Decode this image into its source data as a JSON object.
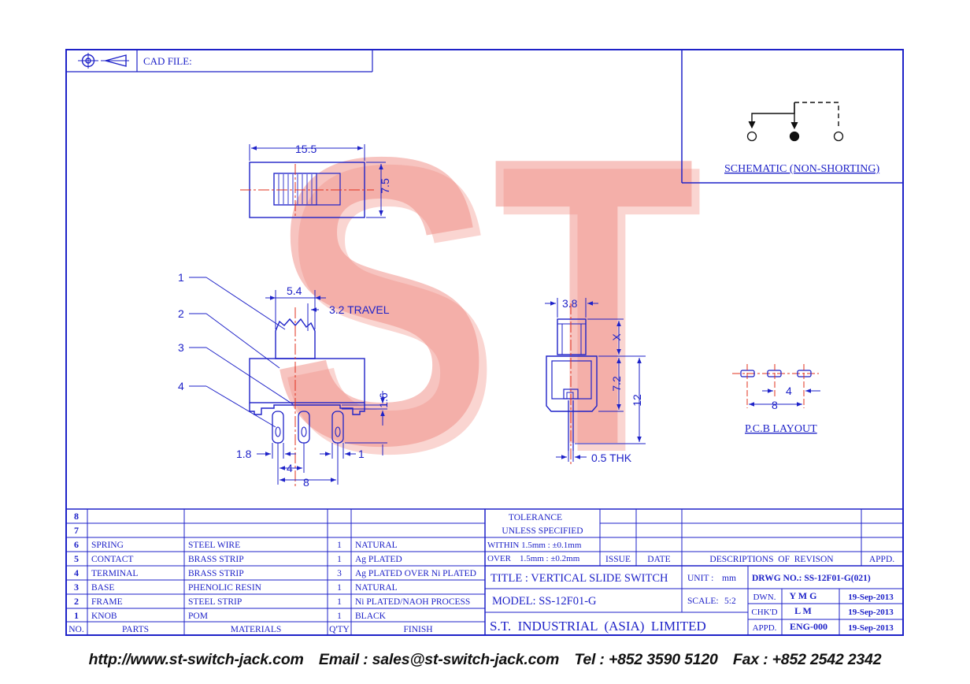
{
  "header": {
    "cad_file_label": "CAD FILE:"
  },
  "watermark": {
    "text": "ST",
    "color": "#f08a82"
  },
  "colors": {
    "line": "#1e22c8",
    "centerline": "#e0301e",
    "background": "#ffffff"
  },
  "icons": [
    "projection-symbol-icon"
  ],
  "schematic": {
    "caption": "SCHEMATIC (NON-SHORTING)"
  },
  "pcb": {
    "caption": "P.C.B LAYOUT",
    "dim_pitch": "4",
    "dim_span": "8"
  },
  "dims": {
    "top_width": "15.5",
    "top_height": "7.5",
    "knob": "5.4",
    "travel": "3.2 TRAVEL",
    "base_gap": "1.6",
    "pin_width": "1.8",
    "pin_gap": "1",
    "pitch": "4",
    "span": "8",
    "side_width": "3.8",
    "side_x": "X",
    "side_72": "7.2",
    "side_12": "12",
    "thk": "0.5 THK"
  },
  "callouts": [
    "1",
    "2",
    "3",
    "4"
  ],
  "bom": {
    "empty_rows": [
      "8",
      "7"
    ],
    "rows": [
      {
        "no": "6",
        "part": "SPRING",
        "material": "STEEL WIRE",
        "qty": "1",
        "finish": "NATURAL"
      },
      {
        "no": "5",
        "part": "CONTACT",
        "material": "BRASS STRIP",
        "qty": "1",
        "finish": "Ag PLATED"
      },
      {
        "no": "4",
        "part": "TERMINAL",
        "material": "BRASS STRIP",
        "qty": "3",
        "finish": "Ag PLATED OVER Ni PLATED"
      },
      {
        "no": "3",
        "part": "BASE",
        "material": "PHENOLIC RESIN",
        "qty": "1",
        "finish": "NATURAL"
      },
      {
        "no": "2",
        "part": "FRAME",
        "material": "STEEL STRIP",
        "qty": "1",
        "finish": "Ni PLATED/NAOH PROCESS"
      },
      {
        "no": "1",
        "part": "KNOB",
        "material": "POM",
        "qty": "1",
        "finish": "BLACK"
      }
    ],
    "headers": {
      "no": "NO.",
      "parts": "PARTS",
      "materials": "MATERIALS",
      "qty": "Q'TY",
      "finish": "FINISH"
    }
  },
  "tolerance": {
    "title": "TOLERANCE",
    "subtitle": "UNLESS   SPECIFIED",
    "line1": "WITHIN  1.5mm : ±0.1mm",
    "line2": "OVER    1.5mm : ±0.2mm"
  },
  "revision": {
    "issue": "ISSUE",
    "date": "DATE",
    "desc": "DESCRIPTIONS  OF  REVISON",
    "appd": "APPD."
  },
  "title_block": {
    "title": "TITLE : VERTICAL SLIDE SWITCH",
    "model": "MODEL: SS-12F01-G",
    "company": "S.T.  INDUSTRIAL  (ASIA)  LIMITED",
    "unit_label": "UNIT :",
    "unit_value": "mm",
    "scale_label": "SCALE:",
    "scale_value": "5:2",
    "drwg": "DRWG NO.: SS-12F01-G(021)",
    "dwn_label": "DWN.",
    "dwn_value": "Y M G",
    "dwn_date": "19-Sep-2013",
    "chk_label": "CHK'D",
    "chk_value": "L M",
    "chk_date": "19-Sep-2013",
    "appd_label": "APPD.",
    "appd_value": "ENG-000",
    "appd_date": "19-Sep-2013"
  },
  "footer": {
    "web": "http://www.st-switch-jack.com",
    "email": "Email : sales@st-switch-jack.com",
    "tel": "Tel : +852 3590 5120",
    "fax": "Fax : +852 2542 2342"
  }
}
